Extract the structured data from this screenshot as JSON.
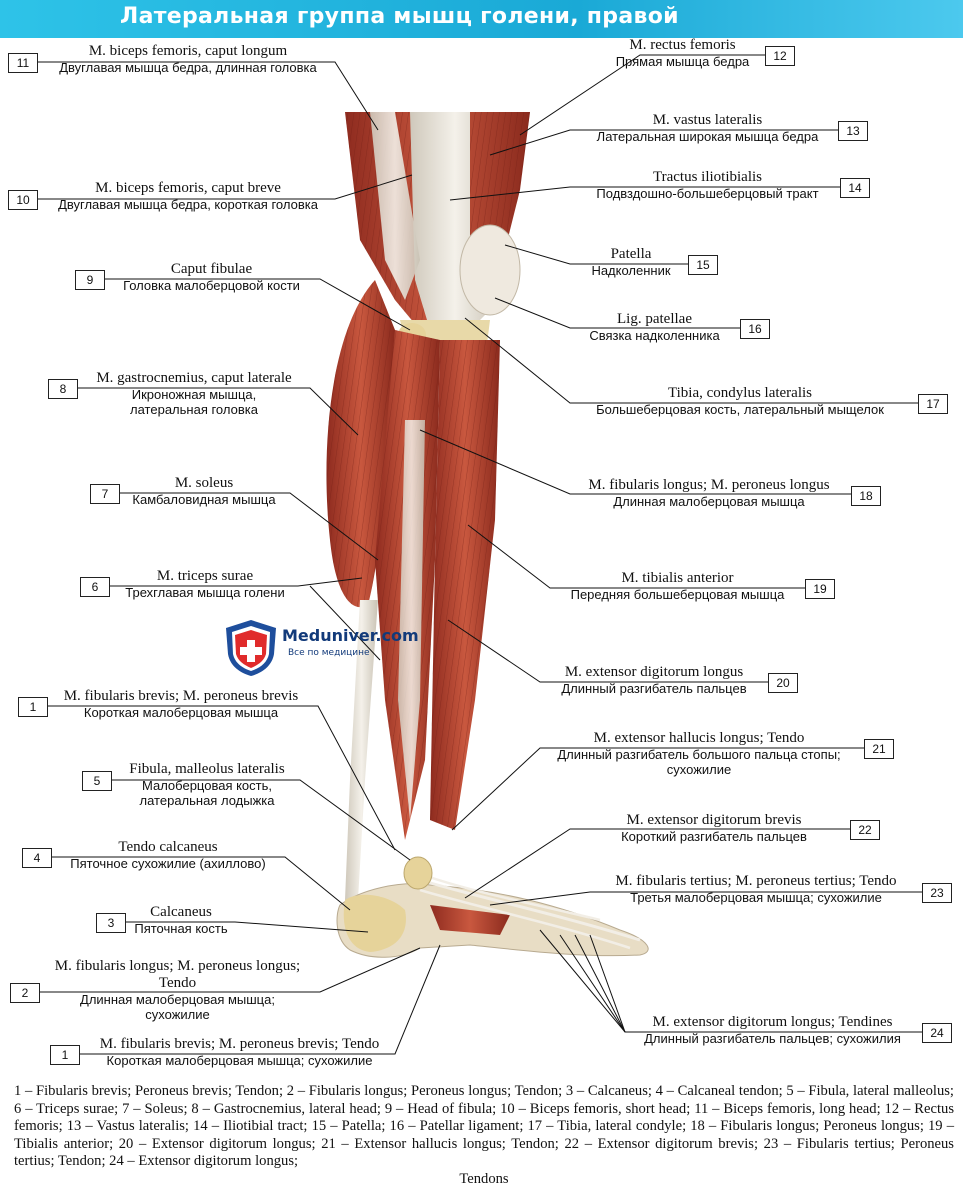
{
  "title": "Латеральная группа мышц голени, правой",
  "watermark": {
    "name": "Meduniver.com",
    "sub": "Все по медицине",
    "icon": "shield-medical-cross-icon"
  },
  "labels": {
    "l11": {
      "num": "11",
      "lat": "M. biceps femoris, caput longum",
      "ru": "Двуглавая мышца бедра, длинная головка"
    },
    "l10": {
      "num": "10",
      "lat": "M. biceps femoris, caput breve",
      "ru": "Двуглавая мышца бедра, короткая головка"
    },
    "l9": {
      "num": "9",
      "lat": "Caput fibulae",
      "ru": "Головка малоберцовой кости"
    },
    "l8": {
      "num": "8",
      "lat": "M. gastrocnemius, caput laterale",
      "ru1": "Икроножная мышца,",
      "ru2": "латеральная головка"
    },
    "l7": {
      "num": "7",
      "lat": "M. soleus",
      "ru": "Камбаловидная мышца"
    },
    "l6": {
      "num": "6",
      "lat": "M. triceps surae",
      "ru": "Трехглавая мышца голени"
    },
    "l1a": {
      "num": "1",
      "lat": "M. fibularis brevis; M. peroneus brevis",
      "ru": "Короткая малоберцовая мышца"
    },
    "l5": {
      "num": "5",
      "lat": "Fibula, malleolus lateralis",
      "ru1": "Малоберцовая кость,",
      "ru2": "латеральная лодыжка"
    },
    "l4": {
      "num": "4",
      "lat": "Tendo calcaneus",
      "ru": "Пяточное сухожилие (ахиллово)"
    },
    "l3": {
      "num": "3",
      "lat": "Calcaneus",
      "ru": "Пяточная кость"
    },
    "l2": {
      "num": "2",
      "lat1": "M. fibularis longus; M. peroneus longus;",
      "lat2": "Tendo",
      "ru1": "Длинная малоберцовая мышца;",
      "ru2": "сухожилие"
    },
    "l1b": {
      "num": "1",
      "lat": "M. fibularis brevis; M. peroneus brevis; Tendo",
      "ru": "Короткая малоберцовая мышца; сухожилие"
    },
    "l12": {
      "num": "12",
      "lat": "M. rectus femoris",
      "ru": "Прямая мышца бедра"
    },
    "l13": {
      "num": "13",
      "lat": "M. vastus lateralis",
      "ru": "Латеральная широкая мышца бедра"
    },
    "l14": {
      "num": "14",
      "lat": "Tractus iliotibialis",
      "ru": "Подвздошно-большеберцовый тракт"
    },
    "l15": {
      "num": "15",
      "lat": "Patella",
      "ru": "Надколенник"
    },
    "l16": {
      "num": "16",
      "lat": "Lig. patellae",
      "ru": "Связка надколенника"
    },
    "l17": {
      "num": "17",
      "lat": "Tibia, condylus lateralis",
      "ru": "Большеберцовая кость, латеральный мыщелок"
    },
    "l18": {
      "num": "18",
      "lat": "M. fibularis longus; M. peroneus longus",
      "ru": "Длинная малоберцовая мышца"
    },
    "l19": {
      "num": "19",
      "lat": "M. tibialis anterior",
      "ru": "Передняя большеберцовая мышца"
    },
    "l20": {
      "num": "20",
      "lat": "M. extensor digitorum longus",
      "ru": "Длинный разгибатель пальцев"
    },
    "l21": {
      "num": "21",
      "lat": "M. extensor hallucis longus; Tendo",
      "ru1": "Длинный разгибатель большого пальца стопы;",
      "ru2": "сухожилие"
    },
    "l22": {
      "num": "22",
      "lat": "M. extensor digitorum brevis",
      "ru": "Короткий разгибатель пальцев"
    },
    "l23": {
      "num": "23",
      "lat": "M. fibularis tertius; M. peroneus tertius; Tendo",
      "ru": "Третья малоберцовая мышца; сухожилие"
    },
    "l24": {
      "num": "24",
      "lat": "M. extensor digitorum longus; Tendines",
      "ru": "Длинный разгибатель пальцев; сухожилия"
    }
  },
  "caption": {
    "body": "1 – Fibularis brevis; Peroneus brevis; Tendon; 2 – Fibularis longus; Peroneus longus; Tendon; 3 – Calcaneus; 4 – Calcaneal tendon; 5 – Fibula, lateral malleolus; 6 – Triceps surae; 7 – Soleus; 8 – Gastrocnemius, lateral head; 9 – Head of fibula; 10 – Biceps femoris, short head; 11 – Biceps femoris, long head; 12 – Rectus femoris; 13 – Vastus lateralis; 14 – Iliotibial tract; 15 – Patella; 16 – Patellar ligament; 17 – Tibia, lateral condyle; 18 – Fibularis longus; Peroneus longus; 19 – Tibialis anterior; 20 – Extensor digitorum longus; 21 – Extensor hallucis longus; Tendon; 22 – Extensor digitorum brevis; 23 – Fibularis tertius; Peroneus tertius; Tendon; 24 – Extensor digitorum longus;",
    "last": "Tendons"
  },
  "colors": {
    "title_bar": "#1fb2de",
    "muscle": "#b8432f",
    "tendon": "#e9e4da",
    "bone": "#e6d39a"
  }
}
